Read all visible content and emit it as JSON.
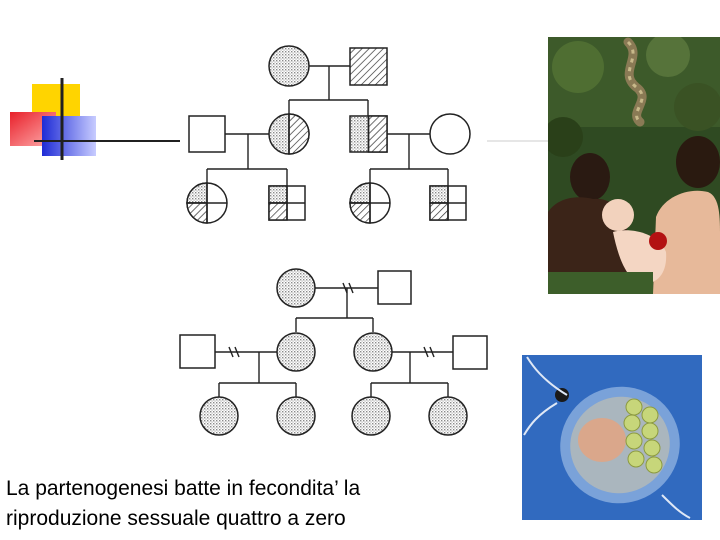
{
  "colors": {
    "accent_yellow": "#ffd400",
    "accent_red": "#e8202a",
    "accent_blue": "#1e2bd6",
    "line_dark": "#202020",
    "stipple": "#9a9a9a",
    "hatch": "#333333"
  },
  "icons": {
    "slide_decoration": "mondrian-squares-icon"
  },
  "caption": {
    "line1": "La partenogenesi batte in fecondita’ la",
    "line2": "riproduzione sessuale quattro a zero"
  },
  "photos": {
    "top": "adam-eve-snake-apple-photo",
    "bottom": "daphnia-water-flea-with-eggs-photo"
  }
}
